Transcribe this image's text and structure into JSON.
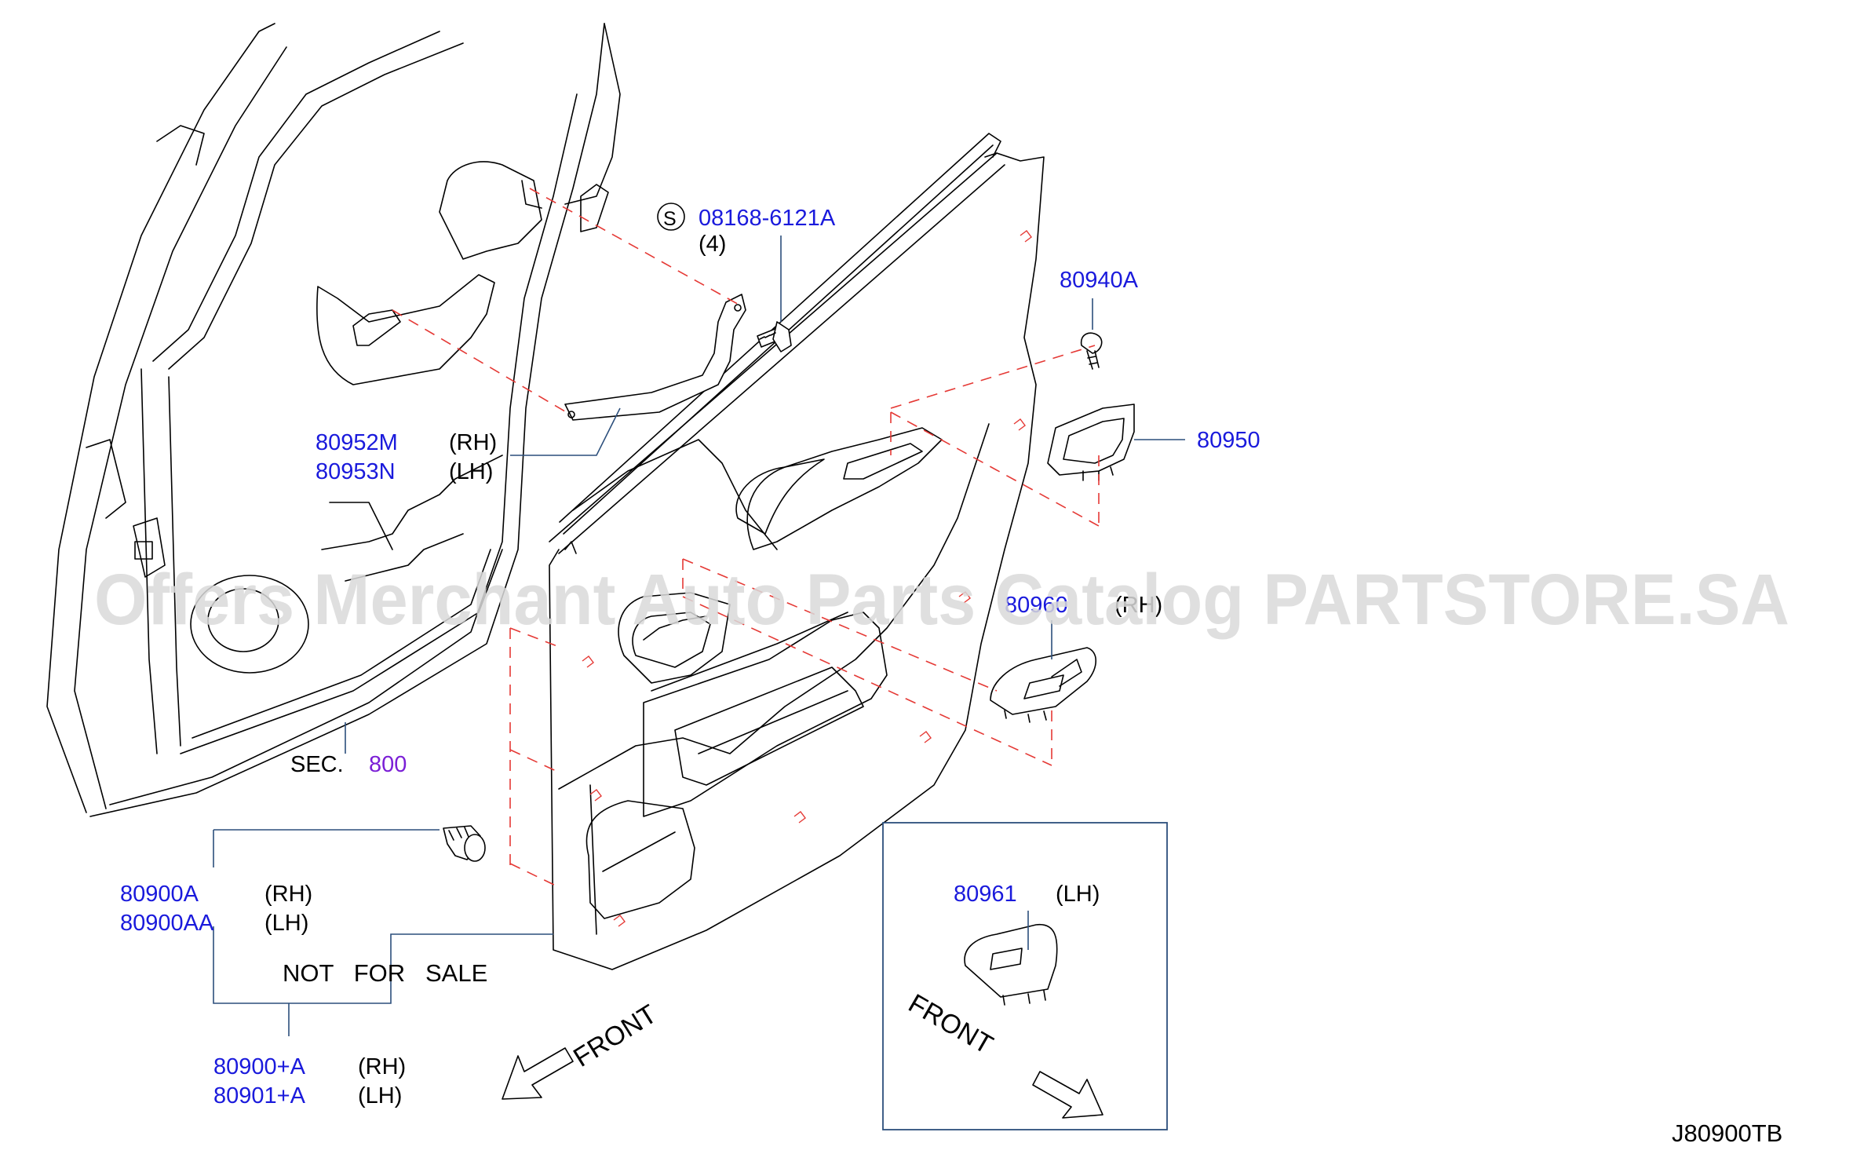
{
  "diagram_code": "J80900TB",
  "watermark": "Offers Merchant Auto Parts Catalog PARTSTORE.SA",
  "section_ref": {
    "prefix": "SEC.",
    "number": "800"
  },
  "screw": {
    "symbol": "S",
    "part_no": "08168-6121A",
    "qty": "(4)"
  },
  "parts": {
    "clip_80940A": "80940A",
    "pocket_80950": "80950",
    "bracket_rh": {
      "part_no": "80952M",
      "side": "(RH)"
    },
    "bracket_lh": {
      "part_no": "80953N",
      "side": "(LH)"
    },
    "switch_rh": {
      "part_no": "80960",
      "side": "(RH)"
    },
    "switch_lh": {
      "part_no": "80961",
      "side": "(LH)"
    },
    "trim_rh": {
      "part_no": "80900A",
      "side": "(RH)"
    },
    "trim_lh": {
      "part_no": "80900AA",
      "side": "(LH)"
    },
    "assy_rh": {
      "part_no": "80900+A",
      "side": "(RH)"
    },
    "assy_lh": {
      "part_no": "80901+A",
      "side": "(LH)"
    }
  },
  "not_for_sale": "NOT   FOR   SALE",
  "front_label_main": "FRONT",
  "front_label_inset": "FRONT",
  "colors": {
    "part_number": "#1a1adc",
    "section": "#7b1fd6",
    "dashed_guides": "#e53935",
    "leader": "#2c4f7c"
  }
}
